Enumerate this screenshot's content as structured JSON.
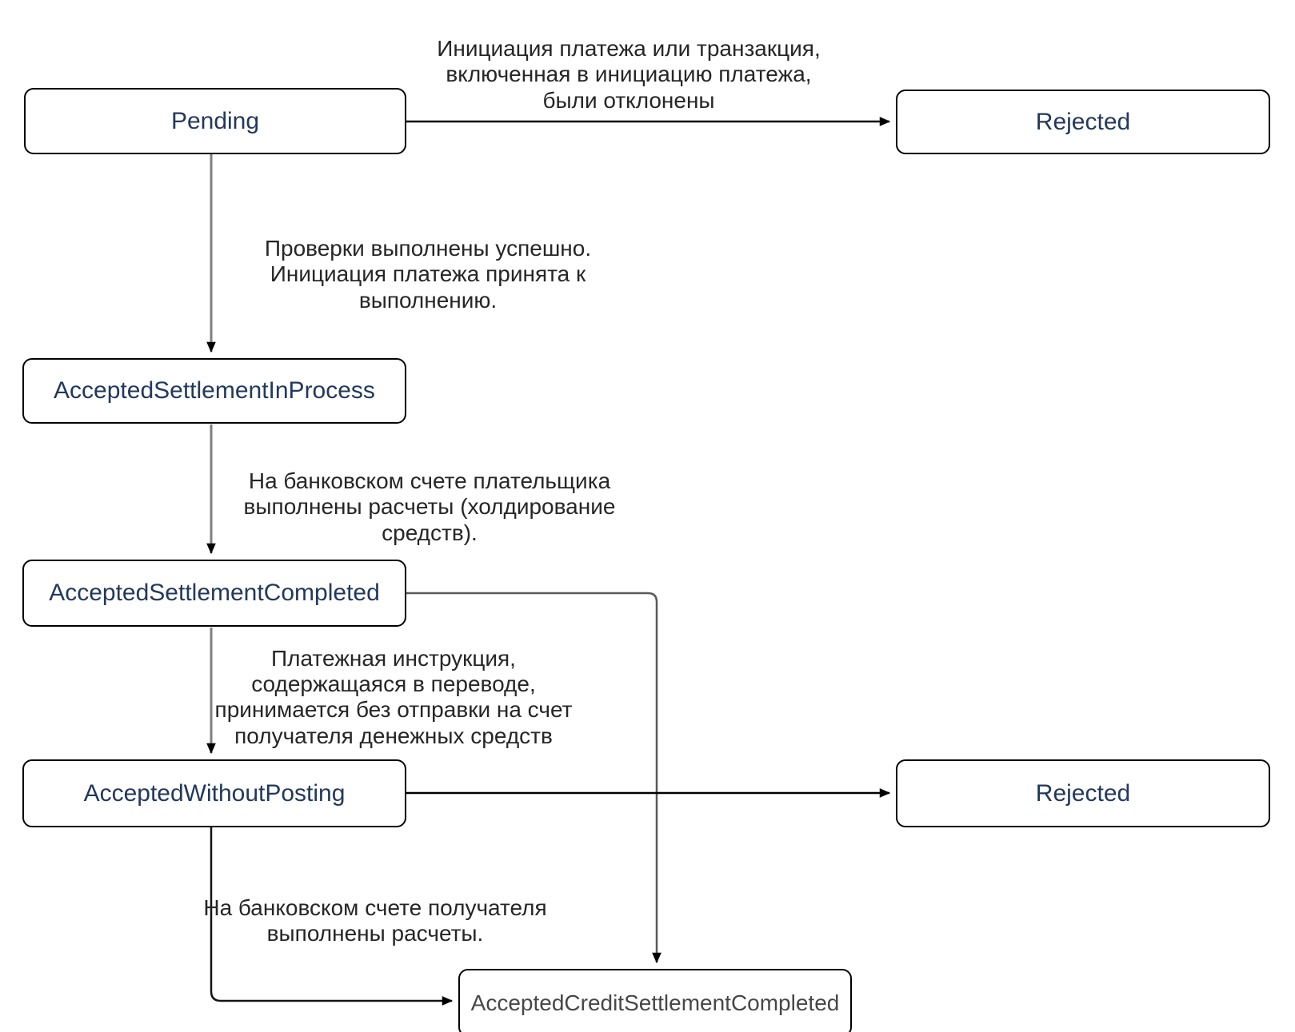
{
  "diagram": {
    "nodes": [
      {
        "id": "pending",
        "label": "Pending"
      },
      {
        "id": "rejected-top",
        "label": "Rejected"
      },
      {
        "id": "accepted-settlement-in-process",
        "label": "AcceptedSettlementInProcess"
      },
      {
        "id": "accepted-settlement-completed",
        "label": "AcceptedSettlementCompleted"
      },
      {
        "id": "accepted-without-posting",
        "label": "AcceptedWithoutPosting"
      },
      {
        "id": "rejected-bottom",
        "label": "Rejected"
      },
      {
        "id": "accepted-credit-settlement-completed",
        "label": "AcceptedCreditSettlementCompleted"
      }
    ],
    "edge_labels": [
      {
        "id": "pending-to-rejected",
        "text": "Инициация платежа или транзакция,\nвключенная в инициацию платежа,\nбыли отклонены"
      },
      {
        "id": "pending-to-accepted-settlement-in-process",
        "text": "Проверки выполнены успешно.\nИнициация платежа принята к выполнению."
      },
      {
        "id": "asip-to-accepted-settlement-completed",
        "text": "На банковском счете плательщика\nвыполнены расчеты (холдирование средств)."
      },
      {
        "id": "asc-to-accepted-without-posting",
        "text": "Платежная инструкция,\nсодержащаяся в переводе,\nпринимается без отправки на счет\nполучателя денежных средств"
      },
      {
        "id": "awp-to-accepted-credit-settlement-completed",
        "text": "На банковском счете получателя\nвыполнены расчеты."
      }
    ],
    "colors": {
      "node_text": "#23395B",
      "credit_node_text": "#474747",
      "edge_text": "#262626",
      "node_border": "#000000",
      "connector_gray": "#7F7F7F",
      "connector_mid": "#595959",
      "connector_dark": "#000000",
      "background": "#FFFFFF"
    }
  }
}
